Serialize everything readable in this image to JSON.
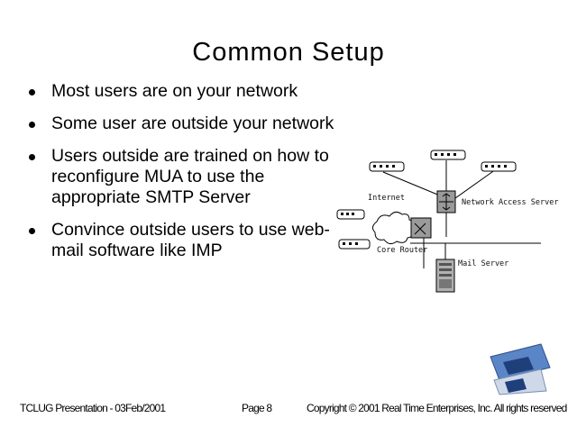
{
  "slide": {
    "title": "Common Setup",
    "bullets": [
      "Most users are on your network",
      "Some user are outside your network",
      "Users outside are trained on how to reconfigure MUA to use the appropriate SMTP Server",
      "Convince outside users to use web- mail software like IMP"
    ]
  },
  "diagram": {
    "labels": {
      "internet": "Internet",
      "network_access_server": "Network Access Server",
      "core_router": "Core Router",
      "mail_server": "Mail Server"
    }
  },
  "footer": {
    "left": "TCLUG Presentation - 03Feb/2001",
    "center": "Page 8",
    "right": "Copyright © 2001 Real Time Enterprises, Inc.  All rights reserved"
  }
}
